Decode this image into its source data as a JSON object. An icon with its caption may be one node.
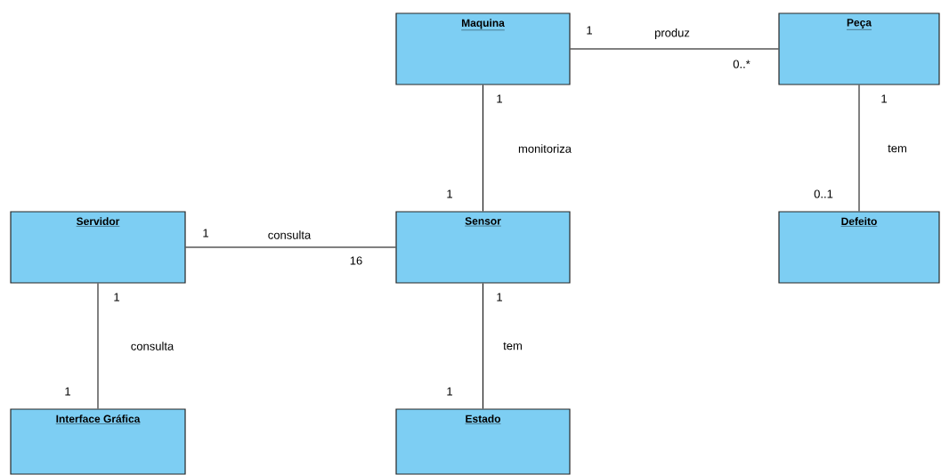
{
  "diagram": {
    "nodes": [
      {
        "text": [
          "Maquina"
        ]
      },
      {
        "text": [
          "Peça"
        ]
      },
      {
        "text": [
          "Servidor"
        ]
      },
      {
        "text": [
          "Sensor"
        ]
      },
      {
        "text": [
          "Defeito"
        ]
      },
      {
        "text": [
          "Interface Gráfica"
        ]
      },
      {
        "text": [
          "Estado"
        ]
      }
    ],
    "edges": [
      {
        "from": 0,
        "to": 1,
        "arrow": "none",
        "label": "produz"
      },
      {
        "from": 0,
        "to": 3,
        "arrow": "none",
        "label": "monitoriza"
      },
      {
        "from": 1,
        "to": 4,
        "arrow": "none",
        "label": "tem"
      },
      {
        "from": 2,
        "to": 3,
        "arrow": "none",
        "label": "consulta"
      },
      {
        "from": 2,
        "to": 5,
        "arrow": "none",
        "label": "consulta"
      },
      {
        "from": 3,
        "to": 6,
        "arrow": "none",
        "label": "tem"
      }
    ],
    "labels": [
      "1",
      "0..*",
      "1",
      "1",
      "1",
      "0..1",
      "1",
      "16",
      "1",
      "1",
      "1",
      "1"
    ]
  }
}
